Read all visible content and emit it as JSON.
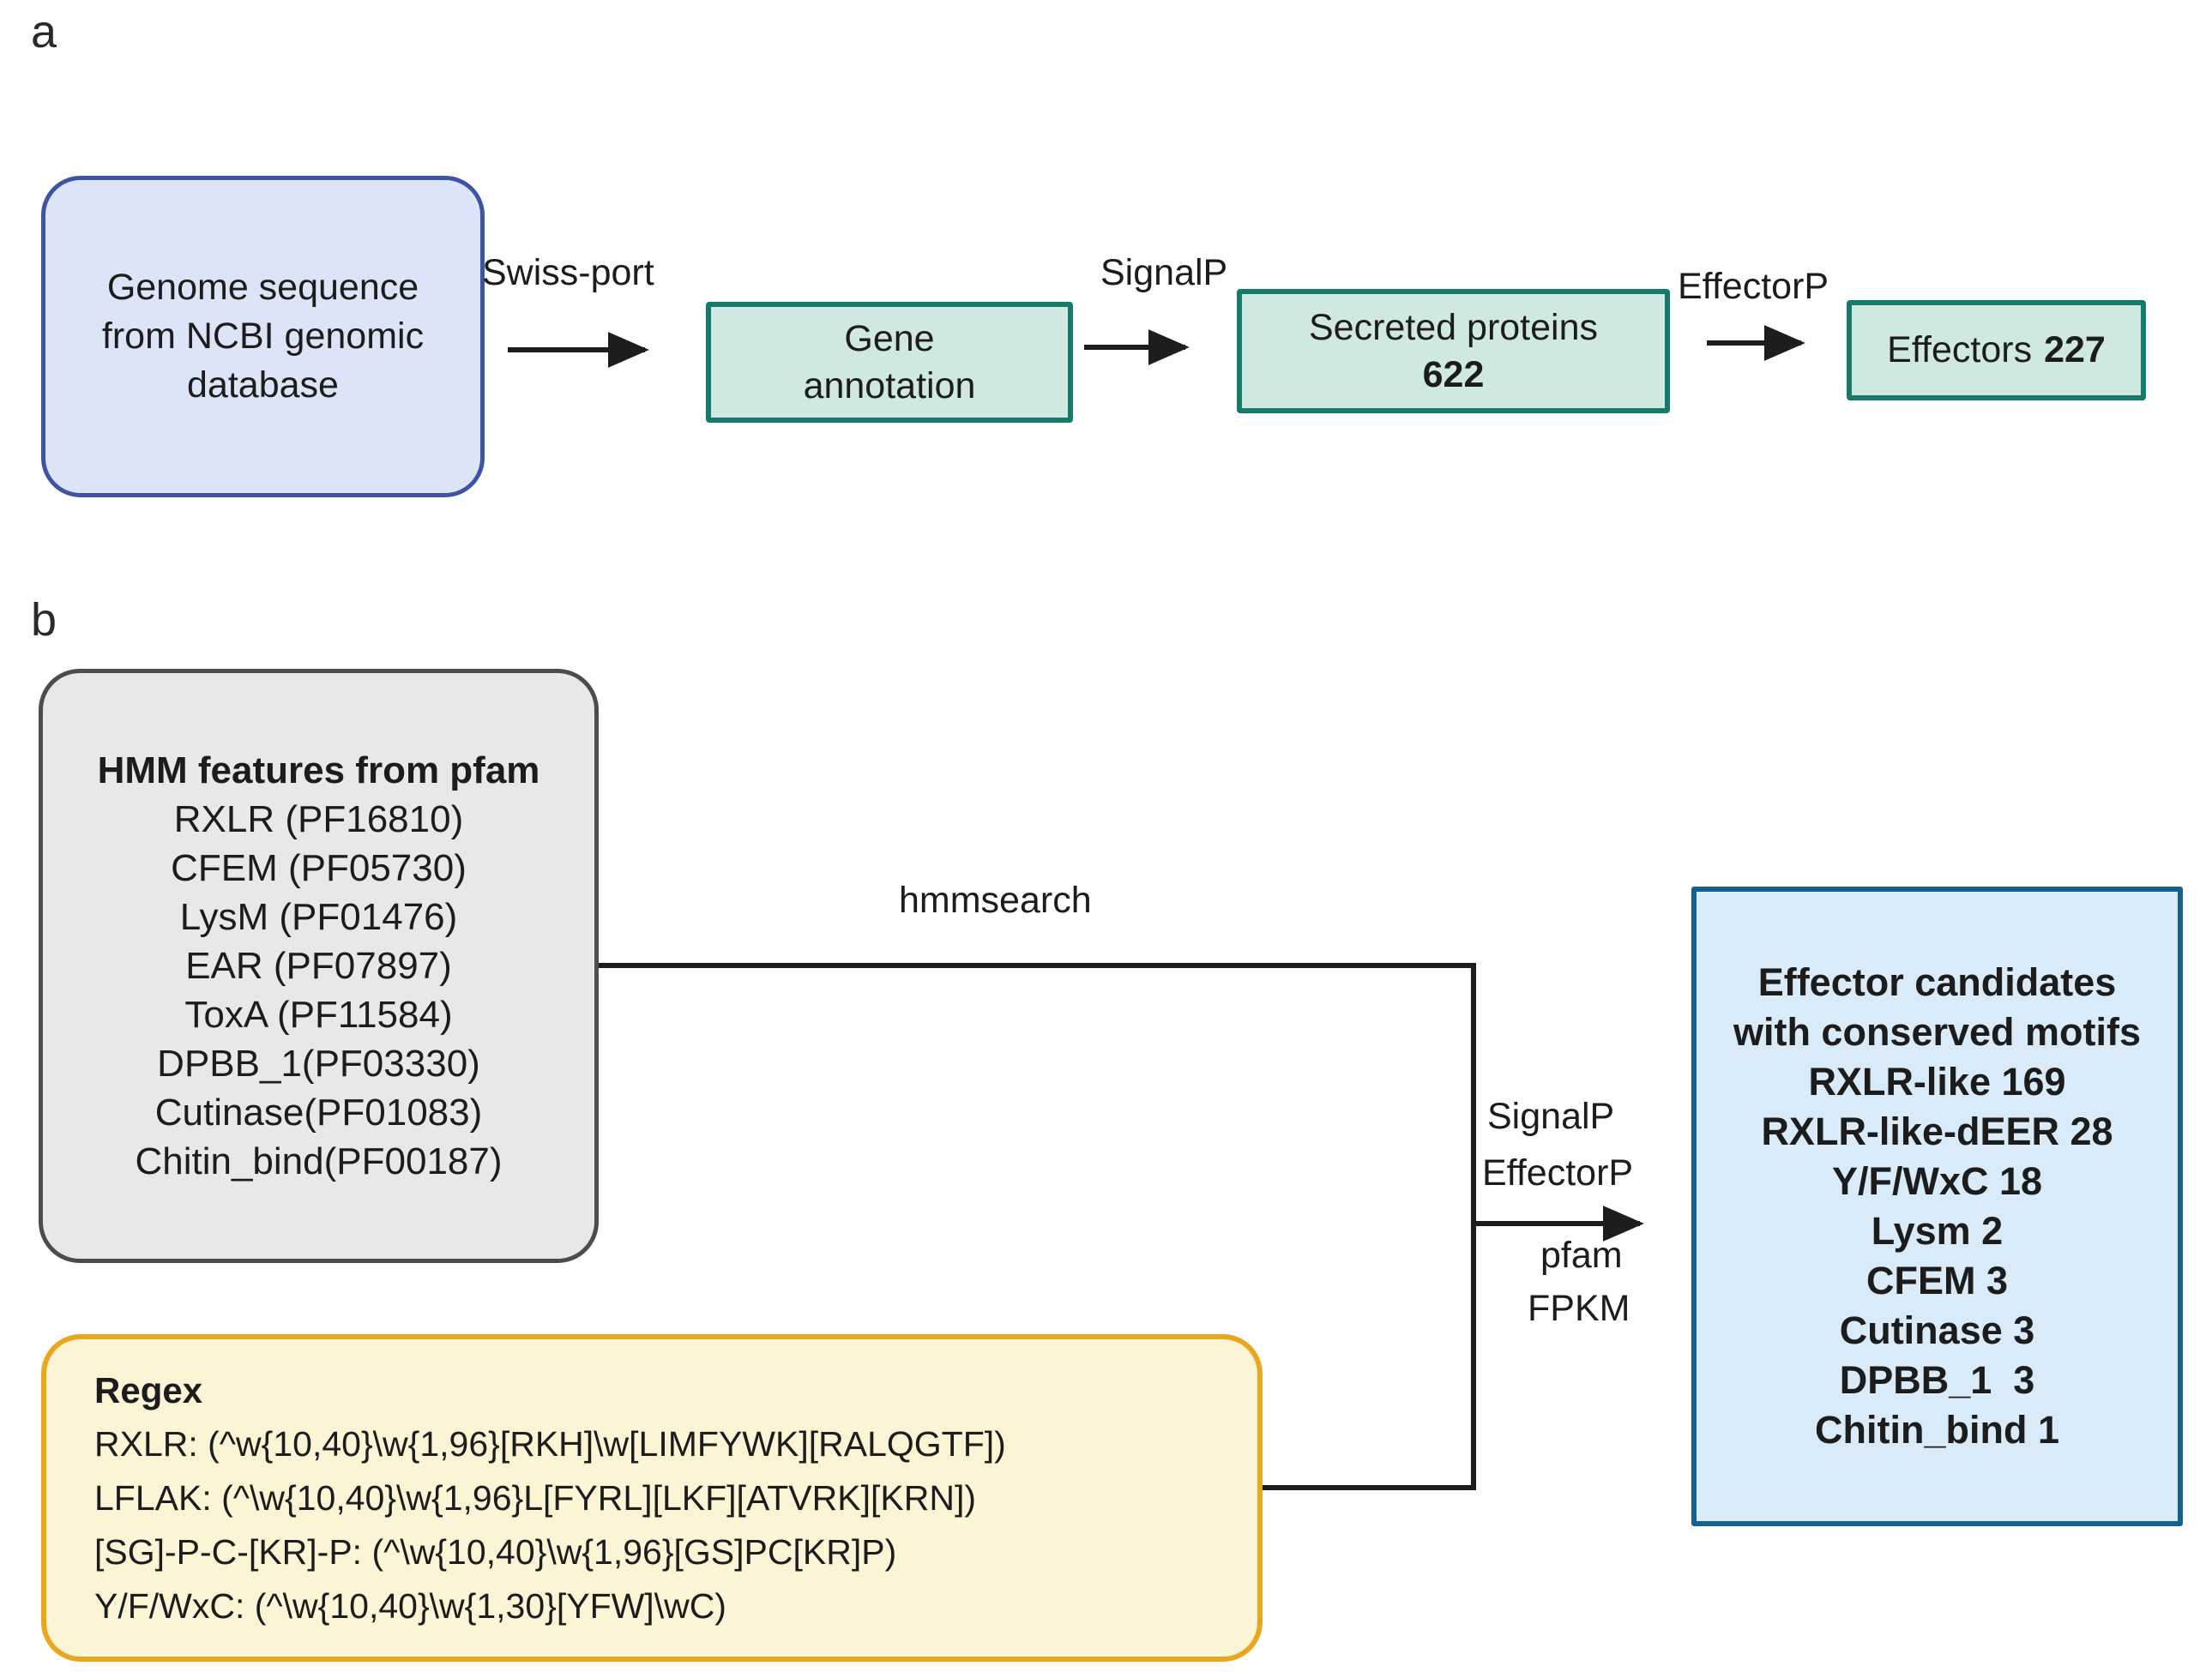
{
  "panel_a": {
    "label": "a",
    "genome_box": {
      "lines": [
        "Genome sequence",
        "from NCBI genomic",
        "database"
      ]
    },
    "swissport_label": "Swiss-port",
    "gene_box": {
      "lines": [
        "Gene",
        "annotation"
      ]
    },
    "signalp_label": "SignalP",
    "secreted_box": {
      "text": "Secreted proteins",
      "count": "622"
    },
    "effectorp_label": "EffectorP",
    "effectors_box": {
      "text": "Effectors",
      "count": "227"
    }
  },
  "panel_b": {
    "label": "b",
    "hmm_box": {
      "title": "HMM features from pfam",
      "items": [
        "RXLR (PF16810)",
        "CFEM (PF05730)",
        "LysM (PF01476)",
        "EAR (PF07897)",
        "ToxA (PF11584)",
        "DPBB_1(PF03330)",
        "Cutinase(PF01083)",
        "Chitin_bind(PF00187)"
      ]
    },
    "hmmsearch_label": "hmmsearch",
    "junction_labels": {
      "above_arrow_1": "SignalP",
      "above_arrow_2": "EffectorP",
      "below_arrow_1": "pfam",
      "below_arrow_2": "FPKM"
    },
    "regex_box": {
      "title": "Regex",
      "items": [
        "RXLR: (^w{10,40}\\w{1,96}[RKH]\\w[LIMFYWK][RALQGTF])",
        "LFLAK: (^\\w{10,40}\\w{1,96}L[FYRL][LKF][ATVRK][KRN])",
        "[SG]-P-C-[KR]-P: (^\\w{10,40}\\w{1,96}[GS]PC[KR]P)",
        "Y/F/WxC: (^\\w{10,40}\\w{1,30}[YFW]\\wC)"
      ]
    },
    "effector_box": {
      "title_lines": [
        "Effector candidates",
        "with conserved motifs"
      ],
      "items": [
        "RXLR-like 169",
        "RXLR-like-dEER 28",
        "Y/F/WxC 18",
        "Lysm 2",
        "CFEM 3",
        "Cutinase 3",
        "DPBB_1  3",
        "Chitin_bind 1"
      ]
    }
  },
  "colors": {
    "genome_box_fill": "#dce4f8",
    "genome_box_border": "#3e54a3",
    "teal_box_fill": "#cfe9e2",
    "teal_box_border": "#147a69",
    "hmm_box_fill": "#e8e8e8",
    "hmm_box_border": "#4c4c4c",
    "regex_box_fill": "#fbf4d5",
    "regex_box_border": "#e9a71f",
    "effector_box_fill": "#d9eaf8",
    "effector_box_border": "#14618f",
    "line_color": "#1d1d1d"
  }
}
